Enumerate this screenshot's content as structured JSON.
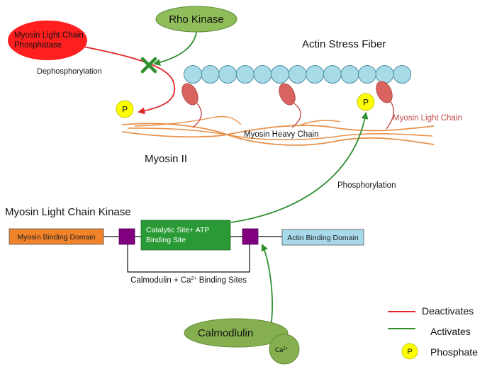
{
  "labels": {
    "rho_kinase": "Rho Kinase",
    "mlcp_line1": "Myosin Light Chain",
    "mlcp_line2": "Phosphatase",
    "dephosphorylation": "Dephosphorylation",
    "actin_stress_fiber": "Actin Stress Fiber",
    "myosin_light_chain": "Myosin Light Chain",
    "myosin_heavy_chain": "Myosin Heavy Chain",
    "myosin_ii": "Myosin II",
    "phosphorylation": "Phosphorylation",
    "mlck_title": "Myosin Light Chain Kinase",
    "myosin_binding_domain": "Myosin Binding Domain",
    "catalytic_line1": "Catalytic Site+ ATP",
    "catalytic_line2": "Binding Site",
    "actin_binding_domain": "Actin Binding Domain",
    "calmodulin_sites_prefix": "Calmodulin + Ca",
    "calmodulin_sites_sup": "2+",
    "calmodulin_sites_suffix": " Binding Sites",
    "calmodulin": "Calmodlulin",
    "ca_ion": "Ca",
    "ca_ion_sup": "2+",
    "phosphate_symbol": "P"
  },
  "legend": {
    "deactivates": "Deactivates",
    "activates": "Activates",
    "phosphate": "Phosphate",
    "phosphate_symbol": "P"
  },
  "colors": {
    "deactivate": "#e3262b",
    "activate": "#2f8f2f",
    "actin_bead": "#a8dbe8",
    "myosin_fiber": "#e8914a",
    "myosin_head": "#d9635f",
    "phosphate": "#ffff00",
    "mlcp": "#ff1f1f",
    "rho_kinase": "#8fbd5a",
    "catalytic": "#2a9a36",
    "myosin_domain": "#f0822a",
    "actin_domain": "#a7d9ea",
    "calmodulin_site": "#800080",
    "calmodulin": "#86b04f"
  }
}
